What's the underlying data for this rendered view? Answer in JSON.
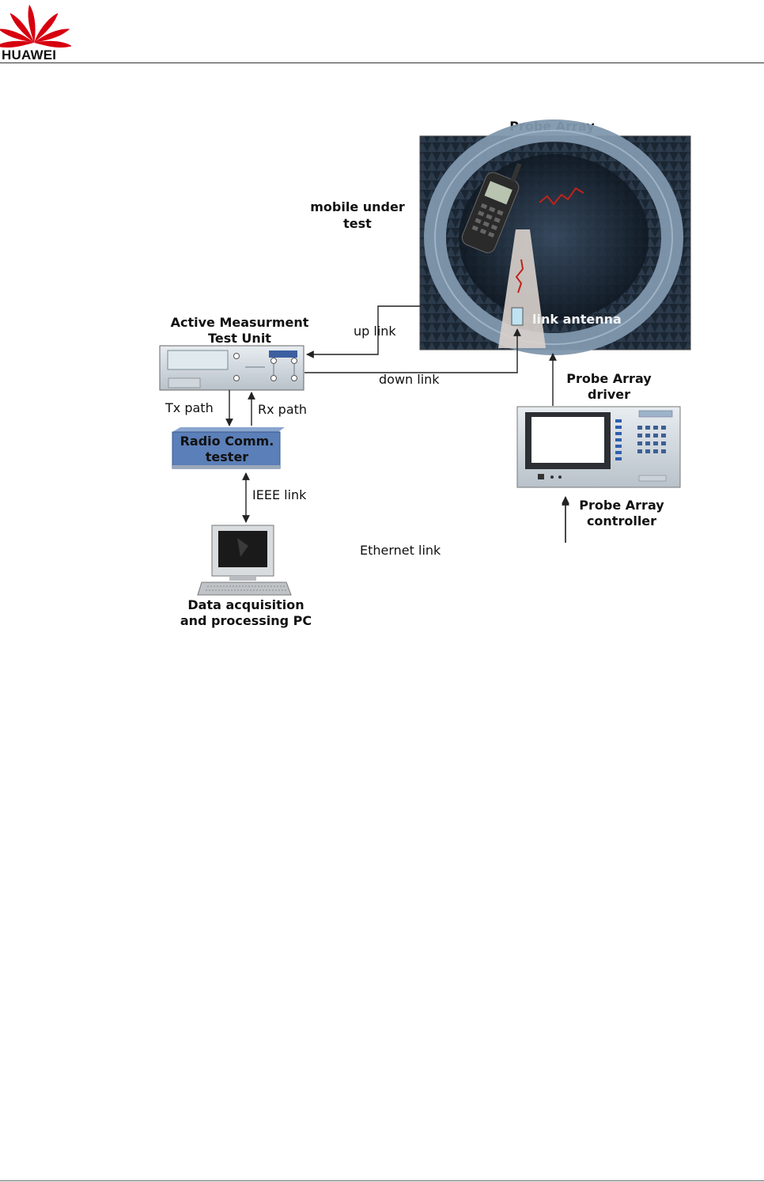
{
  "header": {
    "brand": "HUAWEI"
  },
  "diagram": {
    "probe_array": "Probe Array",
    "mobile_line1": "mobile under",
    "mobile_line2": "test",
    "link_antenna": "link antenna",
    "amtu_line1": "Active Measurment",
    "amtu_line2": "Test Unit",
    "up_link": "up link",
    "down_link": "down link",
    "tx_path": "Tx path",
    "rx_path": "Rx path",
    "radio_line1": "Radio Comm.",
    "radio_line2": "tester",
    "ieee_link": "IEEE link",
    "ethernet_link": "Ethernet link",
    "driver_line1": "Probe Array",
    "driver_line2": "driver",
    "controller_line1": "Probe Array",
    "controller_line2": "controller",
    "pc_line1": "Data acquisition",
    "pc_line2": "and processing PC"
  },
  "colors": {
    "chamber_bg": "#1e2a38",
    "ring": "#7f97ad",
    "radio_box": "#5b7fb8",
    "logo_red": "#d7000f"
  }
}
